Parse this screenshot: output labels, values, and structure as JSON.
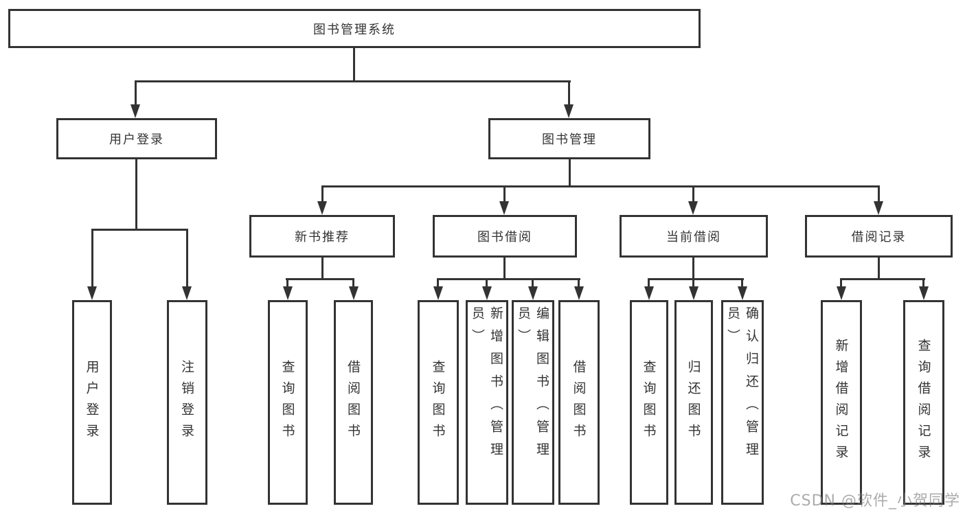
{
  "diagram": {
    "title": "图书管理系统",
    "branches": [
      {
        "label": "用户登录",
        "leaves": [
          "用户登录",
          "注销登录"
        ]
      },
      {
        "label": "图书管理",
        "groups": [
          {
            "label": "新书推荐",
            "leaves": [
              "查询图书",
              "借阅图书"
            ]
          },
          {
            "label": "图书借阅",
            "leaves": [
              "查询图书",
              "新增图书（管理员）",
              "编辑图书（管理员）",
              "借阅图书"
            ]
          },
          {
            "label": "当前借阅",
            "leaves": [
              "查询图书",
              "归还图书",
              "确认归还（管理员）"
            ]
          },
          {
            "label": "借阅记录",
            "leaves": [
              "新增借阅记录",
              "查询借阅记录"
            ]
          }
        ]
      }
    ],
    "colors": {
      "line": "#333333",
      "text": "#333333",
      "background": "#ffffff",
      "watermark": "#999999"
    }
  },
  "watermark": "CSDN @软件_小贺同学"
}
